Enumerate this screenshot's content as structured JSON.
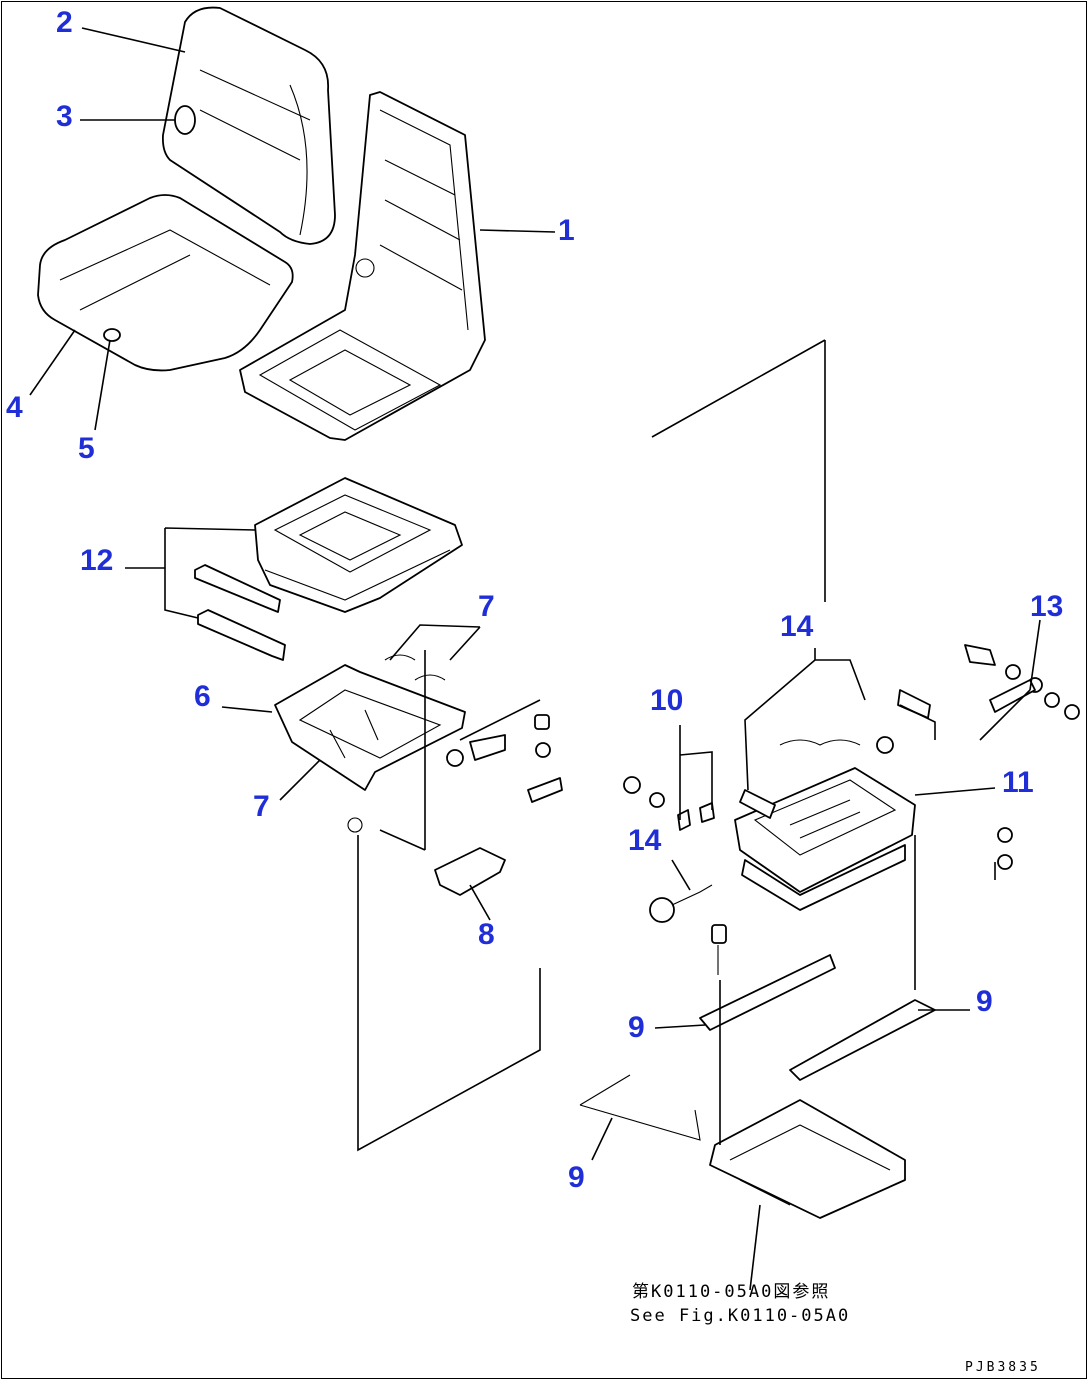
{
  "callouts": [
    {
      "id": "c2",
      "text": "2"
    },
    {
      "id": "c3",
      "text": "3"
    },
    {
      "id": "c1",
      "text": "1"
    },
    {
      "id": "c4",
      "text": "4"
    },
    {
      "id": "c5",
      "text": "5"
    },
    {
      "id": "c12",
      "text": "12"
    },
    {
      "id": "c7a",
      "text": "7"
    },
    {
      "id": "c14a",
      "text": "14"
    },
    {
      "id": "c13",
      "text": "13"
    },
    {
      "id": "c6",
      "text": "6"
    },
    {
      "id": "c10",
      "text": "10"
    },
    {
      "id": "c11",
      "text": "11"
    },
    {
      "id": "c7b",
      "text": "7"
    },
    {
      "id": "c14b",
      "text": "14"
    },
    {
      "id": "c8",
      "text": "8"
    },
    {
      "id": "c9a",
      "text": "9"
    },
    {
      "id": "c9b",
      "text": "9"
    },
    {
      "id": "c9c",
      "text": "9"
    }
  ],
  "reference_note": {
    "line1": "第K0110-05A0図参照",
    "line2": "See Fig.K0110-05A0"
  },
  "drawing_code": "PJB3835",
  "colors": {
    "callout": "#1f2ed6",
    "line": "#000000",
    "background": "#ffffff"
  }
}
